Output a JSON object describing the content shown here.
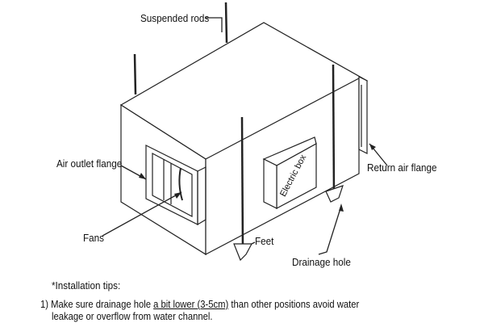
{
  "labels": {
    "suspended_rods": "Suspended rods",
    "air_outlet_flange": "Air outlet flange",
    "return_air_flange": "Return air flange",
    "fans": "Fans",
    "feet": "Feet",
    "drainage_hole": "Drainage hole",
    "electric_box": "Electric box"
  },
  "tips": {
    "heading": "*Installation tips:",
    "items": [
      {
        "number": "1)",
        "before": "Make sure drainage hole ",
        "underlined": "a bit lower (3-5cm)",
        "after": " than other positions avoid water",
        "line2": "leakage or overflow from water channel."
      }
    ]
  }
}
